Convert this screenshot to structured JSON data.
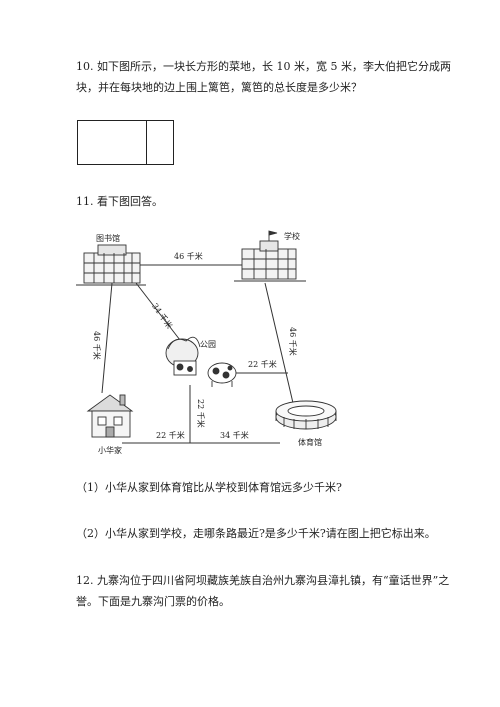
{
  "q10": {
    "line1": "10. 如下图所示，一块长方形的菜地，长 10 米，宽 5 米，李大伯把它分成两",
    "line2": "块，并在每块地的边上围上篱笆，篱笆的总长度是多少米？"
  },
  "q11": {
    "title": "11. 看下图回答。",
    "places": {
      "library": "图书馆",
      "school": "学校",
      "park": "公园",
      "home": "小华家",
      "gym": "体育馆"
    },
    "distances": {
      "library_school": "46 千米",
      "library_park": "34 千米",
      "library_home": "46 千米",
      "school_gym": "46 千米",
      "park_junction": "22 千米",
      "park_down": "22 千米",
      "home_bottom": "22 千米",
      "bottom_gym": "34 千米"
    },
    "sub1": "（1）小华从家到体育馆比从学校到体育馆远多少千米?",
    "sub2": "（2）小华从家到学校，走哪条路最近?是多少千米?请在图上把它标出来。"
  },
  "q12": {
    "line1": "12. 九寨沟位于四川省阿坝藏族羌族自治州九寨沟县漳扎镇，有“童话世界”之",
    "line2": "誉。下面是九寨沟门票的价格。"
  }
}
